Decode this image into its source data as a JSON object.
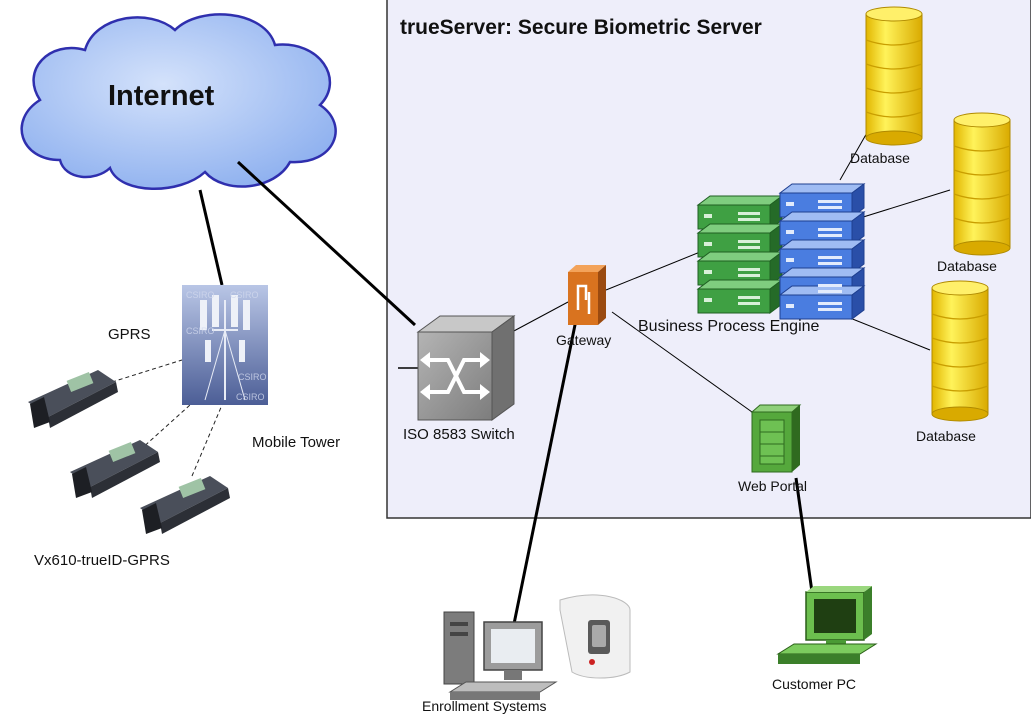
{
  "title": "trueServer: Secure Biometric Server",
  "cloud": {
    "label": "Internet"
  },
  "labels": {
    "gprs": "GPRS",
    "mobile_tower": "Mobile Tower",
    "terminal": "Vx610-trueID-GPRS",
    "switch": "ISO 8583 Switch",
    "gateway": "Gateway",
    "bpe": "Business Process Engine",
    "database_1": "Database",
    "database_2": "Database",
    "database_3": "Database",
    "web_portal": "Web Portal",
    "enrollment": "Enrollment Systems",
    "customer_pc": "Customer PC"
  },
  "watermark": "CSIRO",
  "colors": {
    "server_bg": "#eeeefa",
    "cloud_fill": "#a7c4f6",
    "cloud_stroke": "#2f2fae",
    "db_fill": "#f8d900",
    "green_server": "#3fa043",
    "blue_server": "#4a7de0",
    "gateway_fill": "#d9731f",
    "switch_fill": "#9a9a9a"
  }
}
